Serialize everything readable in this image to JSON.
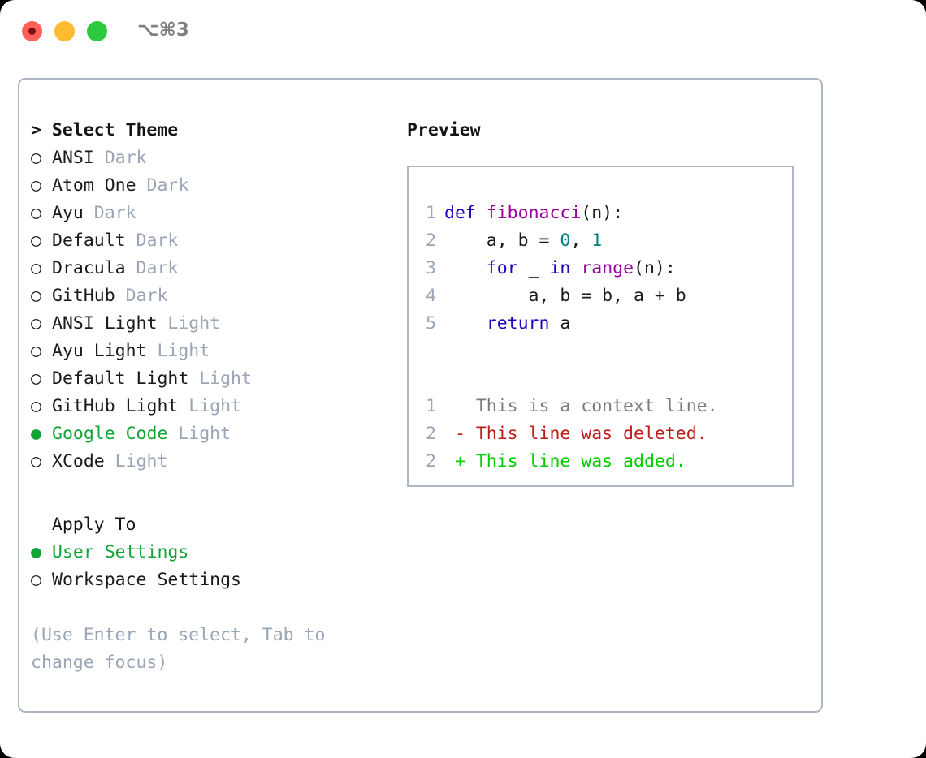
{
  "titlebar": {
    "shortcut": "⌥⌘3",
    "buttons": {
      "close": "close",
      "minimize": "minimize",
      "maximize": "maximize"
    },
    "colors": {
      "close": "#ff6058",
      "minimize": "#fdbc2f",
      "maximize": "#2bc840"
    }
  },
  "theme_picker": {
    "header": "> Select Theme",
    "bullet_selected": "●",
    "bullet_unselected": "○",
    "items": [
      {
        "label": "ANSI",
        "tag": "Dark",
        "selected": false
      },
      {
        "label": "Atom One",
        "tag": "Dark",
        "selected": false
      },
      {
        "label": "Ayu",
        "tag": "Dark",
        "selected": false
      },
      {
        "label": "Default",
        "tag": "Dark",
        "selected": false
      },
      {
        "label": "Dracula",
        "tag": "Dark",
        "selected": false
      },
      {
        "label": "GitHub",
        "tag": "Dark",
        "selected": false
      },
      {
        "label": "ANSI Light",
        "tag": "Light",
        "selected": false
      },
      {
        "label": "Ayu Light",
        "tag": "Light",
        "selected": false
      },
      {
        "label": "Default Light",
        "tag": "Light",
        "selected": false
      },
      {
        "label": "GitHub Light",
        "tag": "Light",
        "selected": false
      },
      {
        "label": "Google Code",
        "tag": "Light",
        "selected": true
      },
      {
        "label": "XCode",
        "tag": "Light",
        "selected": false
      }
    ]
  },
  "apply_to": {
    "header": "Apply To",
    "items": [
      {
        "label": "User Settings",
        "selected": true
      },
      {
        "label": "Workspace Settings",
        "selected": false
      }
    ]
  },
  "hint": "(Use Enter to select, Tab to change focus)",
  "preview": {
    "title": "Preview",
    "code_lines": [
      {
        "no": "1",
        "tokens": [
          {
            "t": "def",
            "c": "kw"
          },
          {
            "t": " ",
            "c": "pl"
          },
          {
            "t": "fibonacci",
            "c": "fn"
          },
          {
            "t": "(n):",
            "c": "pl"
          }
        ]
      },
      {
        "no": "2",
        "tokens": [
          {
            "t": "    a, b = ",
            "c": "pl"
          },
          {
            "t": "0",
            "c": "num"
          },
          {
            "t": ", ",
            "c": "pl"
          },
          {
            "t": "1",
            "c": "num"
          }
        ]
      },
      {
        "no": "3",
        "tokens": [
          {
            "t": "    ",
            "c": "pl"
          },
          {
            "t": "for",
            "c": "kw"
          },
          {
            "t": " _ ",
            "c": "pl"
          },
          {
            "t": "in",
            "c": "kw"
          },
          {
            "t": " ",
            "c": "pl"
          },
          {
            "t": "range",
            "c": "fn"
          },
          {
            "t": "(n):",
            "c": "pl"
          }
        ]
      },
      {
        "no": "4",
        "tokens": [
          {
            "t": "        a, b = b, a + b",
            "c": "pl"
          }
        ]
      },
      {
        "no": "5",
        "tokens": [
          {
            "t": "    ",
            "c": "pl"
          },
          {
            "t": "return",
            "c": "kw"
          },
          {
            "t": " a",
            "c": "pl"
          }
        ]
      }
    ],
    "diff_lines": [
      {
        "no": "1",
        "marker": " ",
        "text": " This is a context line.",
        "kind": "ctx"
      },
      {
        "no": "2",
        "marker": "-",
        "text": " This line was deleted.",
        "kind": "del"
      },
      {
        "no": "2",
        "marker": "+",
        "text": " This line was added.",
        "kind": "add"
      }
    ],
    "colors": {
      "keyword": "#2000c0",
      "function": "#99009e",
      "number": "#00807f",
      "plain": "#1a1a1a",
      "line_number": "#9aa5b5",
      "context": "#7a7a7a",
      "deleted": "#c01c1c",
      "added": "#00cc00",
      "border": "#adb6c4"
    }
  },
  "accent_color": "#13a438",
  "muted_color": "#9aa5b5"
}
